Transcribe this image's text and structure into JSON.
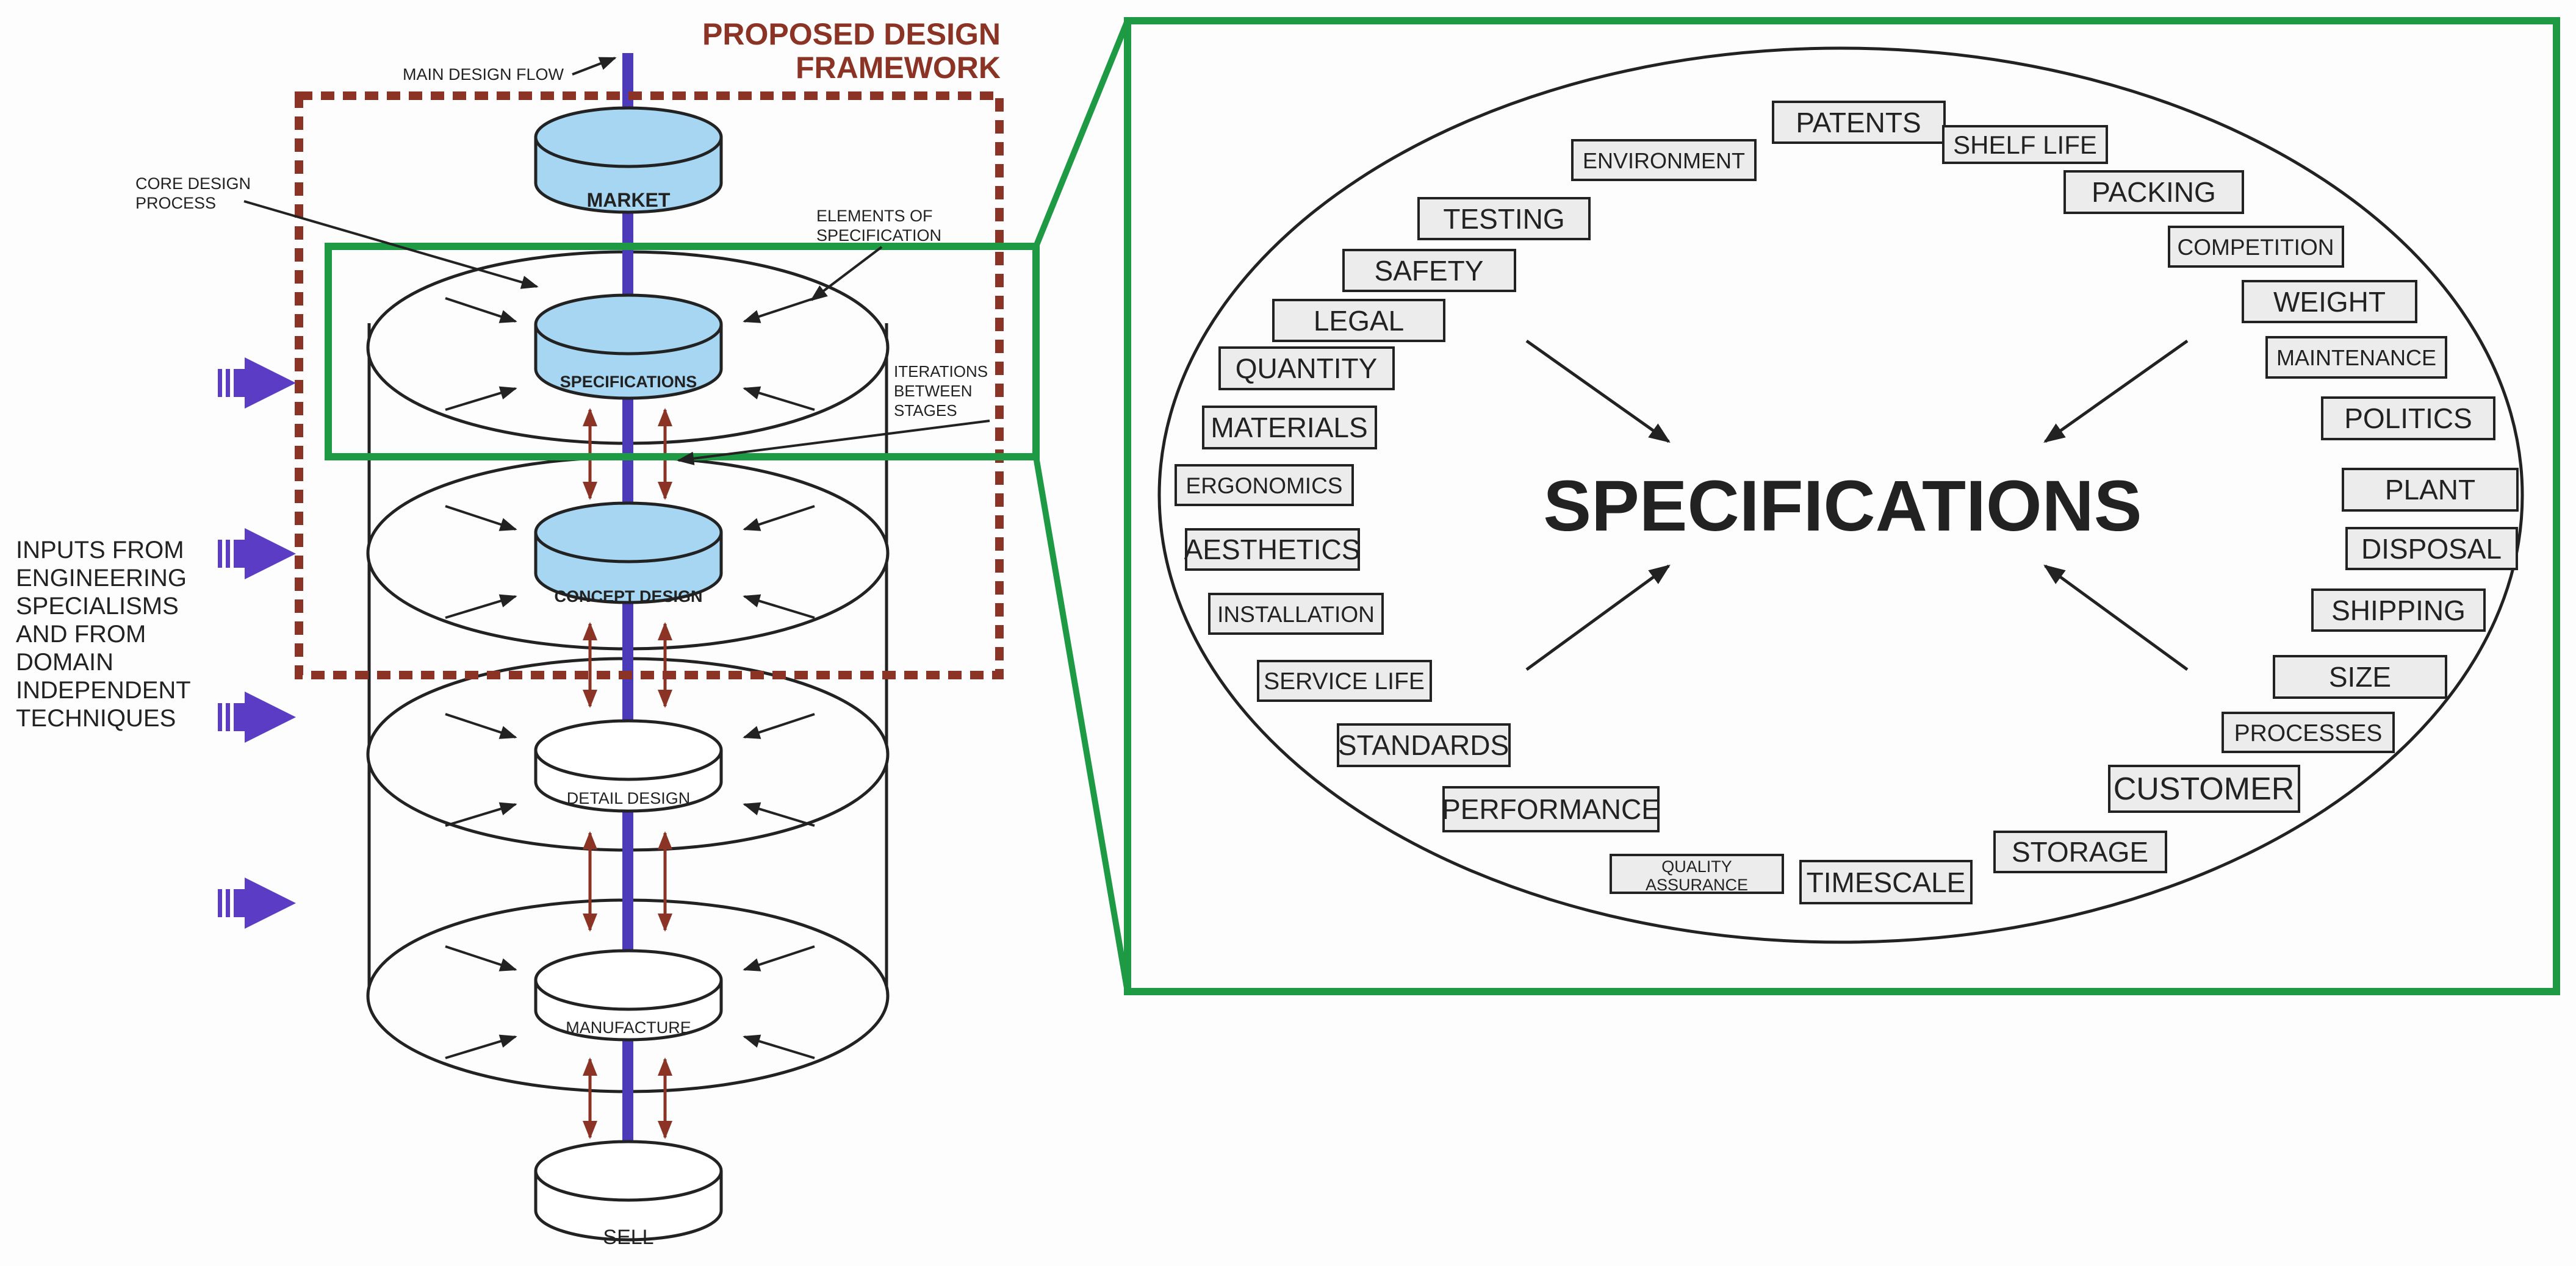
{
  "framework": {
    "title_line1": "PROPOSED DESIGN",
    "title_line2": "FRAMEWORK",
    "color": "#8b3324"
  },
  "main_flow": {
    "label": "MAIN DESIGN FLOW",
    "color": "#4b3bb8"
  },
  "annotations": {
    "core_design_process": [
      "CORE DESIGN",
      "PROCESS"
    ],
    "elements_of_specification": [
      "ELEMENTS OF",
      "SPECIFICATION"
    ],
    "iterations_between_stages": [
      "ITERATIONS",
      "BETWEEN",
      "STAGES"
    ]
  },
  "inputs_label": [
    "INPUTS FROM",
    "ENGINEERING",
    "SPECIALISMS",
    "AND FROM",
    "DOMAIN",
    "INDEPENDENT",
    "TECHNIQUES"
  ],
  "stages": [
    {
      "label": "MARKET",
      "highlighted": true
    },
    {
      "label": "SPECIFICATIONS",
      "highlighted": true
    },
    {
      "label": "CONCEPT DESIGN",
      "highlighted": true
    },
    {
      "label": "DETAIL DESIGN",
      "highlighted": false
    },
    {
      "label": "MANUFACTURE",
      "highlighted": false
    },
    {
      "label": "SELL",
      "highlighted": false
    }
  ],
  "specifications_panel": {
    "title": "SPECIFICATIONS",
    "frame_color": "#1e9a45",
    "elements": [
      "PATENTS",
      "SHELF LIFE",
      "ENVIRONMENT",
      "PACKING",
      "TESTING",
      "COMPETITION",
      "SAFETY",
      "WEIGHT",
      "LEGAL",
      "MAINTENANCE",
      "QUANTITY",
      "POLITICS",
      "MATERIALS",
      "ERGONOMICS",
      "PLANT",
      "AESTHETICS",
      "DISPOSAL",
      "INSTALLATION",
      "SHIPPING",
      "SERVICE LIFE",
      "SIZE",
      "STANDARDS",
      "PROCESSES",
      "CUSTOMER",
      "PERFORMANCE",
      "STORAGE",
      "QUALITY",
      "ASSURANCE",
      "TIMESCALE"
    ]
  },
  "colors": {
    "stage_fill": "#a6d6f2",
    "chip_fill": "#ececec",
    "iteration_arrow": "#8b3324",
    "input_arrow": "#5b3cc4"
  }
}
